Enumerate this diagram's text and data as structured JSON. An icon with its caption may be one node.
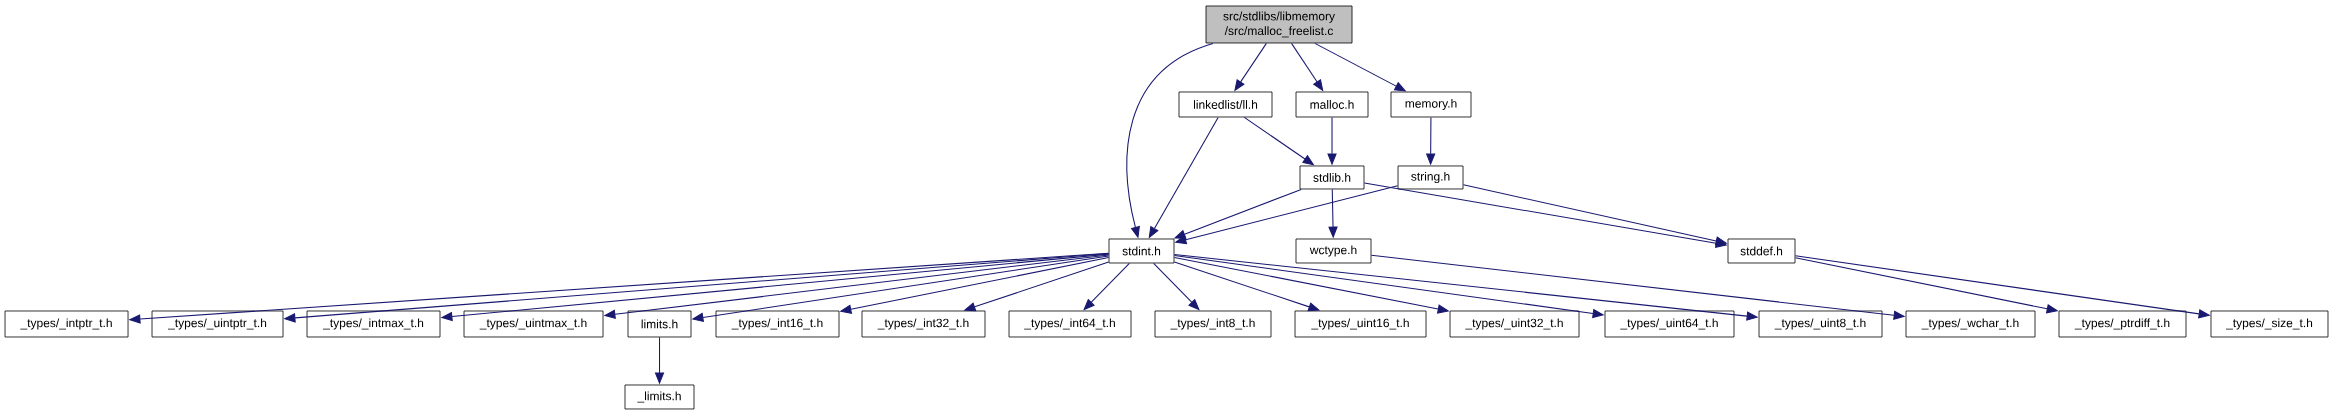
{
  "diagram": {
    "nodes": [
      {
        "text": [
          "src/stdlibs/libmemory /src/malloc_freelist.c"
        ]
      },
      {
        "text": [
          "linkedlist/ll.h"
        ]
      },
      {
        "text": [
          "malloc.h"
        ]
      },
      {
        "text": [
          "memory.h"
        ]
      },
      {
        "text": [
          "stdlib.h"
        ]
      },
      {
        "text": [
          "string.h"
        ]
      },
      {
        "text": [
          "stdint.h"
        ]
      },
      {
        "text": [
          "wctype.h"
        ]
      },
      {
        "text": [
          "stddef.h"
        ]
      },
      {
        "text": [
          "_types/_intptr_t.h"
        ]
      },
      {
        "text": [
          "_types/_uintptr_t.h"
        ]
      },
      {
        "text": [
          "_types/_intmax_t.h"
        ]
      },
      {
        "text": [
          "_types/_uintmax_t.h"
        ]
      },
      {
        "text": [
          "limits.h"
        ]
      },
      {
        "text": [
          "_types/_int16_t.h"
        ]
      },
      {
        "text": [
          "_types/_int32_t.h"
        ]
      },
      {
        "text": [
          "_types/_int64_t.h"
        ]
      },
      {
        "text": [
          "_types/_int8_t.h"
        ]
      },
      {
        "text": [
          "_types/_uint16_t.h"
        ]
      },
      {
        "text": [
          "_types/_uint32_t.h"
        ]
      },
      {
        "text": [
          "_types/_uint64_t.h"
        ]
      },
      {
        "text": [
          "_types/_uint8_t.h"
        ]
      },
      {
        "text": [
          "_types/_wchar_t.h"
        ]
      },
      {
        "text": [
          "_types/_ptrdiff_t.h"
        ]
      },
      {
        "text": [
          "_types/_size_t.h"
        ]
      },
      {
        "text": [
          "_limits.h"
        ]
      }
    ],
    "edges": [
      {
        "from": 0,
        "to": 6,
        "arrow": "to"
      },
      {
        "from": 0,
        "to": 1,
        "arrow": "to"
      },
      {
        "from": 0,
        "to": 2,
        "arrow": "to"
      },
      {
        "from": 0,
        "to": 3,
        "arrow": "to"
      },
      {
        "from": 1,
        "to": 6,
        "arrow": "to"
      },
      {
        "from": 1,
        "to": 4,
        "arrow": "to"
      },
      {
        "from": 2,
        "to": 4,
        "arrow": "to"
      },
      {
        "from": 3,
        "to": 5,
        "arrow": "to"
      },
      {
        "from": 4,
        "to": 6,
        "arrow": "to"
      },
      {
        "from": 4,
        "to": 7,
        "arrow": "to"
      },
      {
        "from": 4,
        "to": 8,
        "arrow": "to"
      },
      {
        "from": 5,
        "to": 6,
        "arrow": "to"
      },
      {
        "from": 5,
        "to": 8,
        "arrow": "to"
      },
      {
        "from": 6,
        "to": 9,
        "arrow": "to"
      },
      {
        "from": 6,
        "to": 10,
        "arrow": "to"
      },
      {
        "from": 6,
        "to": 11,
        "arrow": "to"
      },
      {
        "from": 6,
        "to": 12,
        "arrow": "to"
      },
      {
        "from": 6,
        "to": 13,
        "arrow": "to"
      },
      {
        "from": 6,
        "to": 14,
        "arrow": "to"
      },
      {
        "from": 6,
        "to": 15,
        "arrow": "to"
      },
      {
        "from": 6,
        "to": 16,
        "arrow": "to"
      },
      {
        "from": 6,
        "to": 17,
        "arrow": "to"
      },
      {
        "from": 6,
        "to": 18,
        "arrow": "to"
      },
      {
        "from": 6,
        "to": 19,
        "arrow": "to"
      },
      {
        "from": 6,
        "to": 20,
        "arrow": "to"
      },
      {
        "from": 6,
        "to": 21,
        "arrow": "to"
      },
      {
        "from": 7,
        "to": 22,
        "arrow": "to"
      },
      {
        "from": 8,
        "to": 23,
        "arrow": "to"
      },
      {
        "from": 8,
        "to": 24,
        "arrow": "to"
      },
      {
        "from": 13,
        "to": 25,
        "arrow": "to"
      }
    ]
  }
}
